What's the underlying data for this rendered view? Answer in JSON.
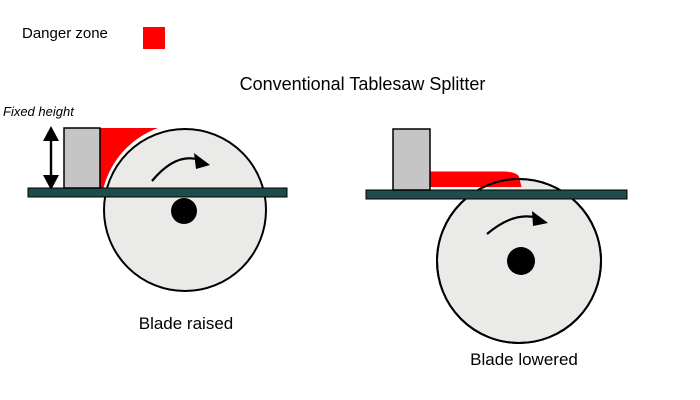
{
  "legend": {
    "label": "Danger zone"
  },
  "title": "Conventional Tablesaw Splitter",
  "diagram_left": {
    "annotation": "Fixed height",
    "caption": "Blade raised"
  },
  "diagram_right": {
    "caption": "Blade lowered"
  },
  "colors": {
    "danger": "#ff0000",
    "table": "#1e4c4a",
    "splitter": "#c5c5c5",
    "blade": "#eaeae8",
    "outline": "#000000"
  }
}
